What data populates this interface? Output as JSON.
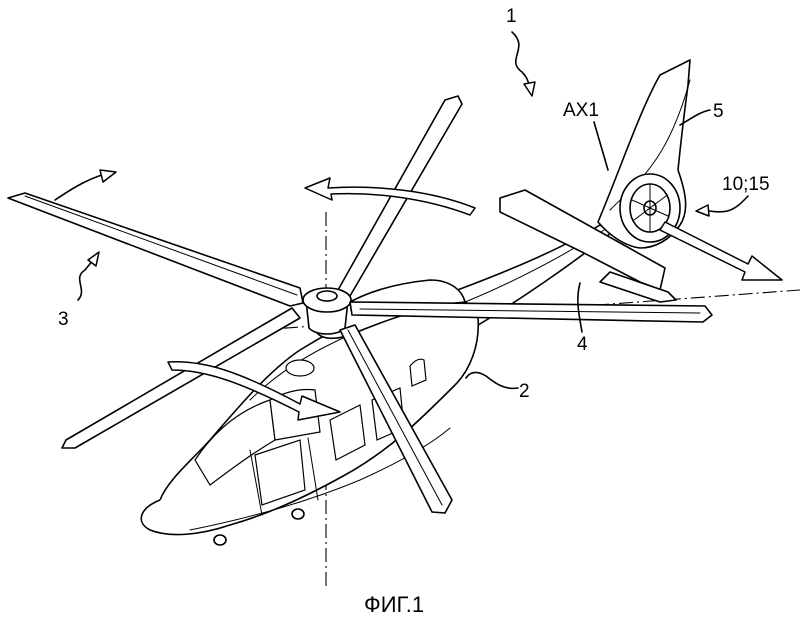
{
  "figure": {
    "caption": "ФИГ.1",
    "labels": {
      "helicopter": "1",
      "fuselage": "2",
      "main_rotor": "3",
      "tail_boom": "4",
      "fin": "5",
      "axis": "AX1",
      "tail_rotor": "10;15"
    }
  }
}
